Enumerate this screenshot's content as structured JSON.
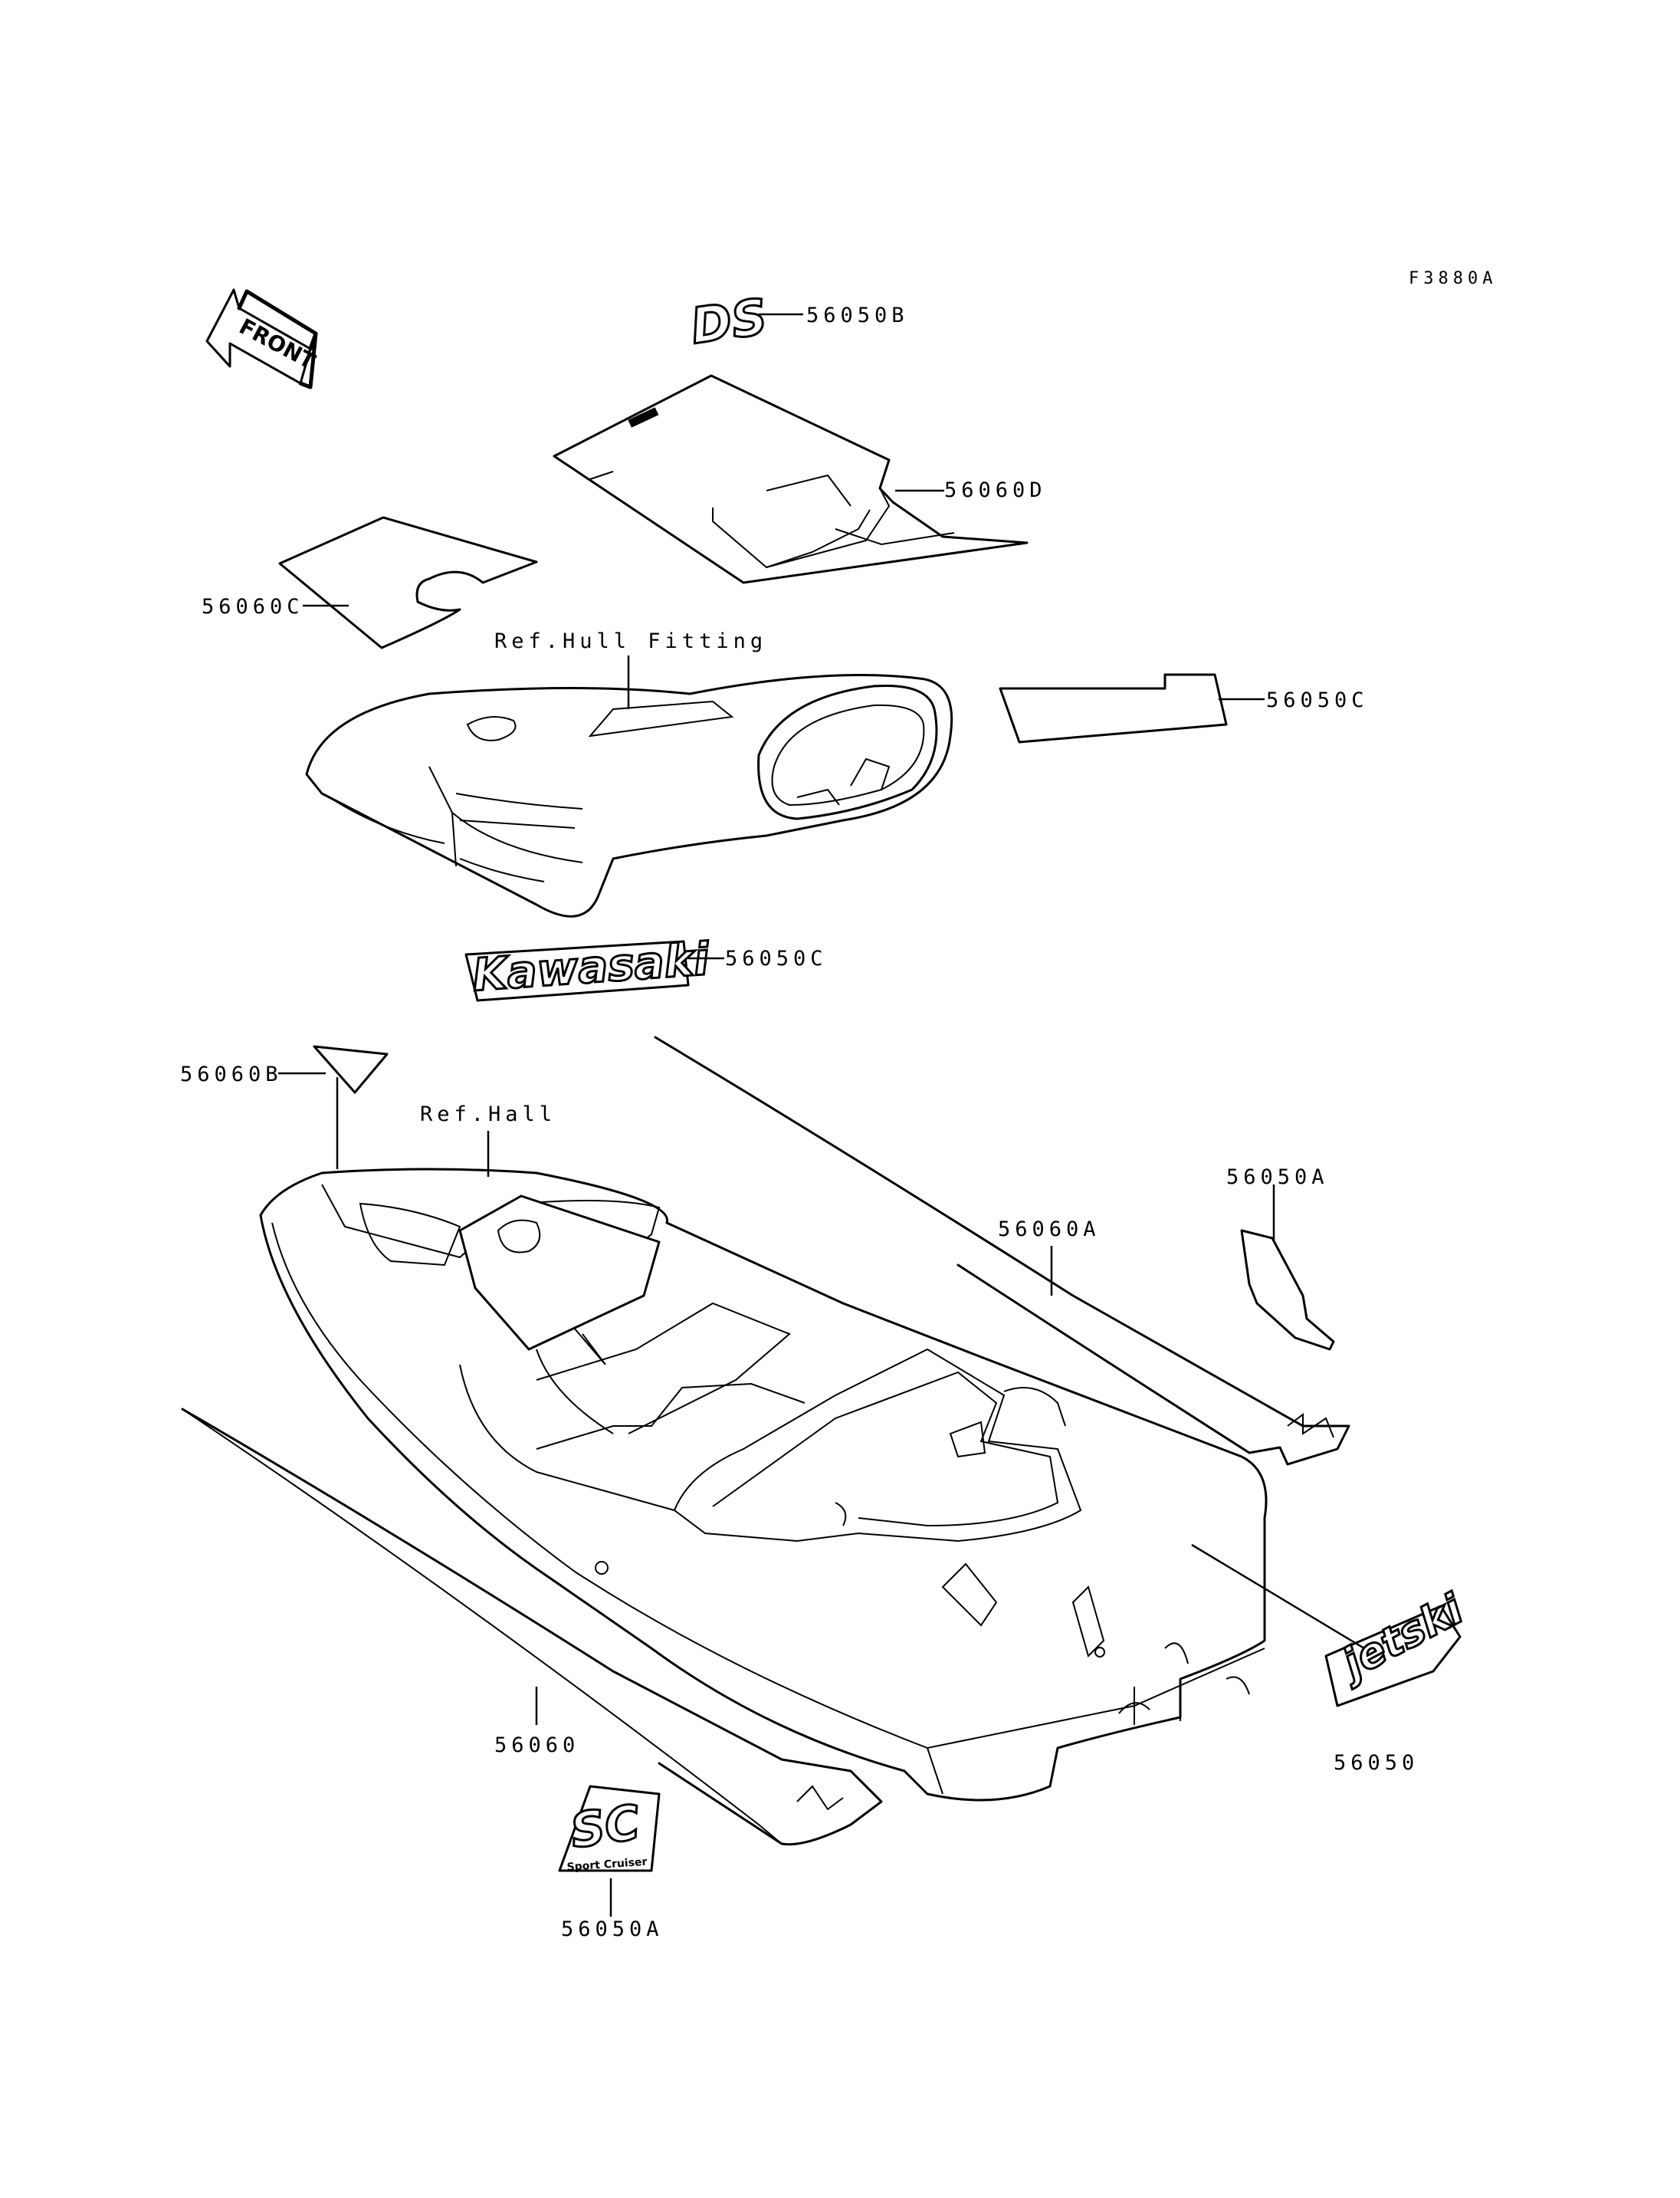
{
  "figure_code": "F3880A",
  "front_label": "FRONT",
  "references": {
    "hull_fitting": "Ref.Hull Fitting",
    "hull": "Ref.Hall"
  },
  "callouts": {
    "p56050B": "56050B",
    "p56060D": "56060D",
    "p56060C": "56060C",
    "p56050C_upper": "56050C",
    "p56050C_kawasaki": "56050C",
    "p56060B": "56060B",
    "p56050A_upper": "56050A",
    "p56060A": "56060A",
    "p56050": "56050",
    "p56060": "56060",
    "p56050A_lower": "56050A"
  },
  "decal_text": {
    "kawasaki": "Kawasaki",
    "ds_logo": "DS",
    "sc_logo": "SC",
    "sport_cruiser": "Sport Cruiser",
    "jetski": "jetski"
  }
}
